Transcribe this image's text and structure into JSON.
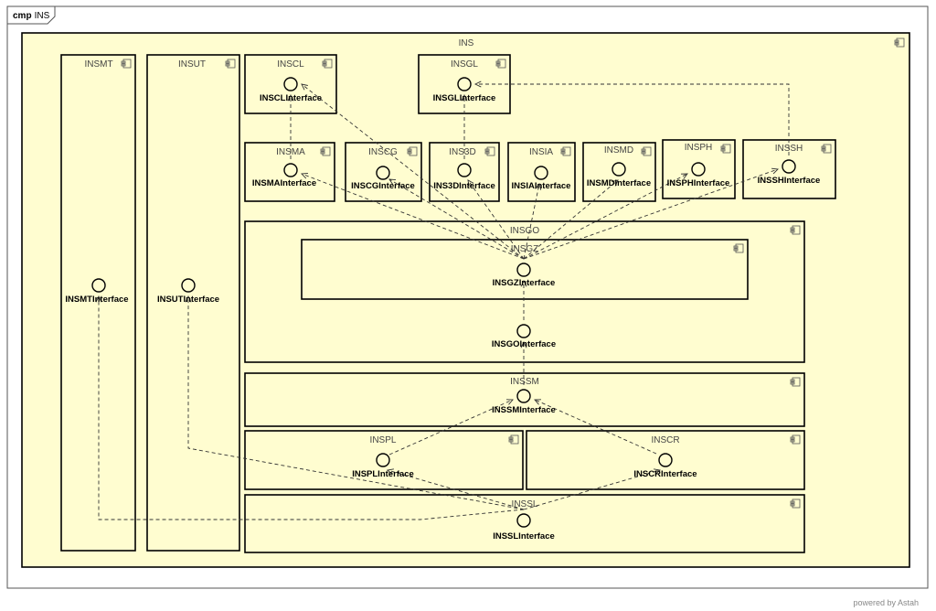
{
  "frame": {
    "kind": "cmp",
    "name": "INS"
  },
  "outer_component": {
    "name": "INS"
  },
  "components": [
    {
      "id": "insmt",
      "name": "INSMT",
      "interface": "INSMTInterface"
    },
    {
      "id": "insut",
      "name": "INSUT",
      "interface": "INSUTInterface"
    },
    {
      "id": "inscl",
      "name": "INSCL",
      "interface": "INSCLInterface"
    },
    {
      "id": "insgl",
      "name": "INSGL",
      "interface": "INSGLInterface"
    },
    {
      "id": "insma",
      "name": "INSMA",
      "interface": "INSMAInterface"
    },
    {
      "id": "inscg",
      "name": "INSCG",
      "interface": "INSCGInterface"
    },
    {
      "id": "ins3d",
      "name": "INS3D",
      "interface": "INS3DInterface"
    },
    {
      "id": "insia",
      "name": "INSIA",
      "interface": "INSIAInterface"
    },
    {
      "id": "insmd",
      "name": "INSMD",
      "interface": "INSMDInterface"
    },
    {
      "id": "insph",
      "name": "INSPH",
      "interface": "INSPHInterface"
    },
    {
      "id": "inssh",
      "name": "INSSH",
      "interface": "INSSHInterface"
    },
    {
      "id": "insgo",
      "name": "INSGO",
      "interface": "INSGOInterface"
    },
    {
      "id": "insgz",
      "name": "INSGZ",
      "interface": "INSGZInterface"
    },
    {
      "id": "inssm",
      "name": "INSSM",
      "interface": "INSSMInterface"
    },
    {
      "id": "inspl",
      "name": "INSPL",
      "interface": "INSPLInterface"
    },
    {
      "id": "inscr",
      "name": "INSCR",
      "interface": "INSCRInterface"
    },
    {
      "id": "inssl",
      "name": "INSSL",
      "interface": "INSSLInterface"
    }
  ],
  "dependencies": [
    {
      "from": "insma",
      "to": "inscl"
    },
    {
      "from": "ins3d",
      "to": "insgl"
    },
    {
      "from": "inssh",
      "to": "insgl"
    },
    {
      "from": "insgz",
      "to": "inscl"
    },
    {
      "from": "insgz",
      "to": "insma"
    },
    {
      "from": "insgz",
      "to": "inscg"
    },
    {
      "from": "insgz",
      "to": "ins3d"
    },
    {
      "from": "insgz",
      "to": "insia"
    },
    {
      "from": "insgz",
      "to": "insmd"
    },
    {
      "from": "insgz",
      "to": "insph"
    },
    {
      "from": "insgz",
      "to": "inssh"
    },
    {
      "from": "insgo",
      "to": "insgz"
    },
    {
      "from": "inssm",
      "to": "insgo"
    },
    {
      "from": "inspl",
      "to": "inssm"
    },
    {
      "from": "inscr",
      "to": "inssm"
    },
    {
      "from": "inssl",
      "to": "inspl"
    },
    {
      "from": "inssl",
      "to": "inscr"
    },
    {
      "from": "inssl",
      "to": "insut"
    },
    {
      "from": "inssl",
      "to": "insmt"
    }
  ],
  "branding": "powered by Astah"
}
